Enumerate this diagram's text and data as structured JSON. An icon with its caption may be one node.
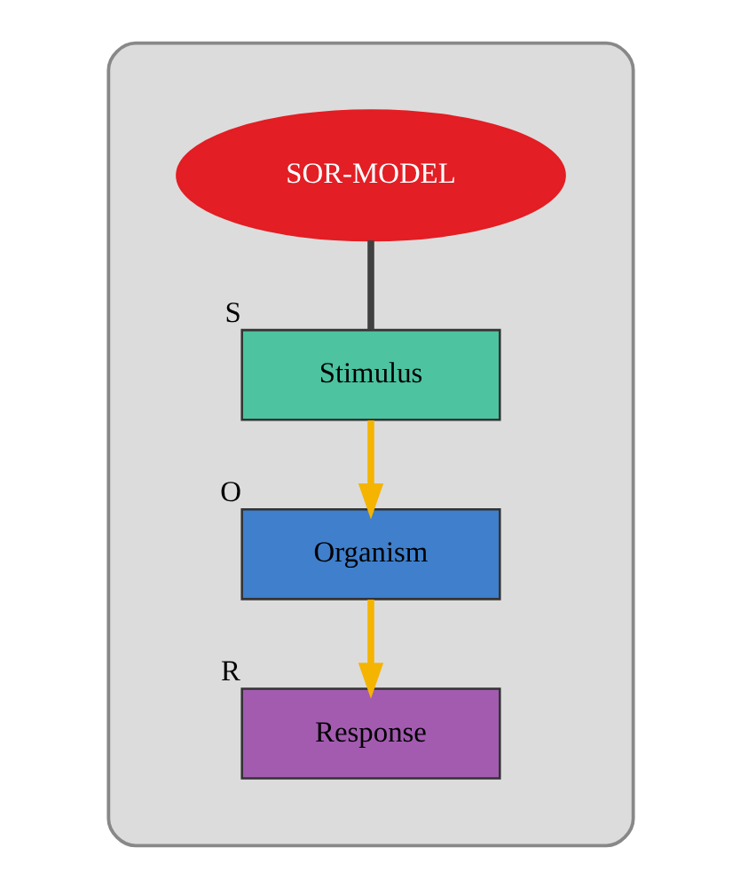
{
  "diagram": {
    "nodes": [
      {
        "text": [],
        "shape": "box"
      },
      {
        "text": [
          "SOR-MODEL"
        ],
        "in": 0
      },
      {
        "text": [
          "Stimulus"
        ],
        "beside": [
          "S"
        ],
        "in": 0
      },
      {
        "text": [
          "Organism"
        ],
        "beside": [
          "O"
        ],
        "in": 0
      },
      {
        "text": [
          "Response"
        ],
        "beside": [
          "R"
        ],
        "in": 0
      }
    ],
    "edges": [
      {
        "from": 1,
        "to": 2,
        "arrow": "none",
        "color": "#404040"
      },
      {
        "from": 2,
        "to": 3,
        "arrow": "to",
        "color": "#f5b400"
      },
      {
        "from": 3,
        "to": 4,
        "arrow": "to",
        "color": "#f5b400"
      }
    ]
  }
}
